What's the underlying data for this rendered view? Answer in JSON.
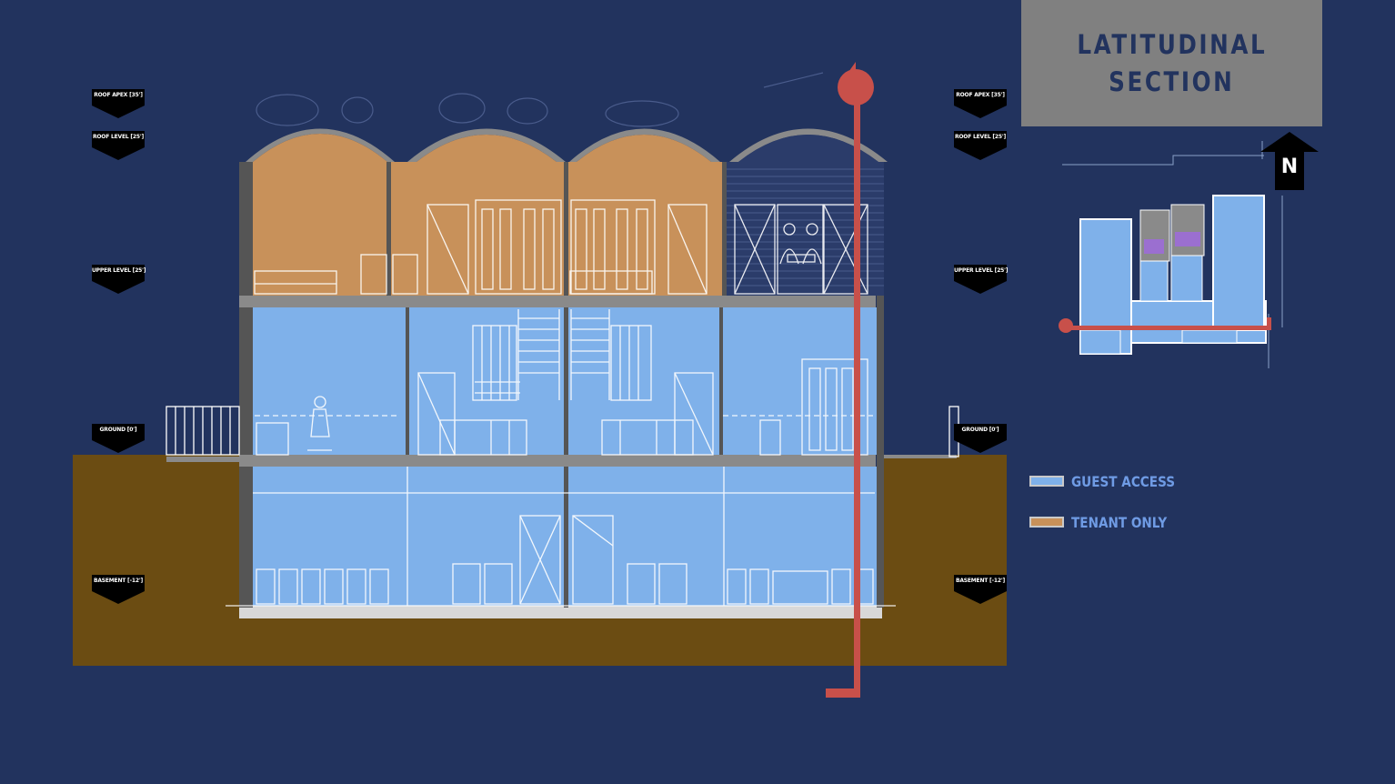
{
  "title": {
    "line1": "LATITUDINAL",
    "line2": "SECTION"
  },
  "north_label": "N",
  "levels": {
    "left": [
      {
        "key": "roof-apex",
        "label": "ROOF APEX [35']"
      },
      {
        "key": "roof-level",
        "label": "ROOF LEVEL [25']"
      },
      {
        "key": "upper-level",
        "label": "UPPER LEVEL [25']"
      },
      {
        "key": "ground",
        "label": "GROUND [0']"
      },
      {
        "key": "basement",
        "label": "BASEMENT [-12']"
      }
    ],
    "right": [
      {
        "key": "roof-apex",
        "label": "ROOF APEX [35']"
      },
      {
        "key": "roof-level",
        "label": "ROOF LEVEL [25']"
      },
      {
        "key": "upper-level",
        "label": "UPPER LEVEL [25']"
      },
      {
        "key": "ground",
        "label": "GROUND [0']"
      },
      {
        "key": "basement",
        "label": "BASEMENT [-12']"
      }
    ]
  },
  "legend": [
    {
      "label": "GUEST ACCESS",
      "color": "#7fb1ea"
    },
    {
      "label": "TENANT ONLY",
      "color": "#c8915a"
    }
  ],
  "colors": {
    "background": "#22335e",
    "guest": "#7fb1ea",
    "tenant": "#c8915a",
    "earth": "#6b4c12",
    "section_line": "#c8504a",
    "title_box": "#808080"
  }
}
